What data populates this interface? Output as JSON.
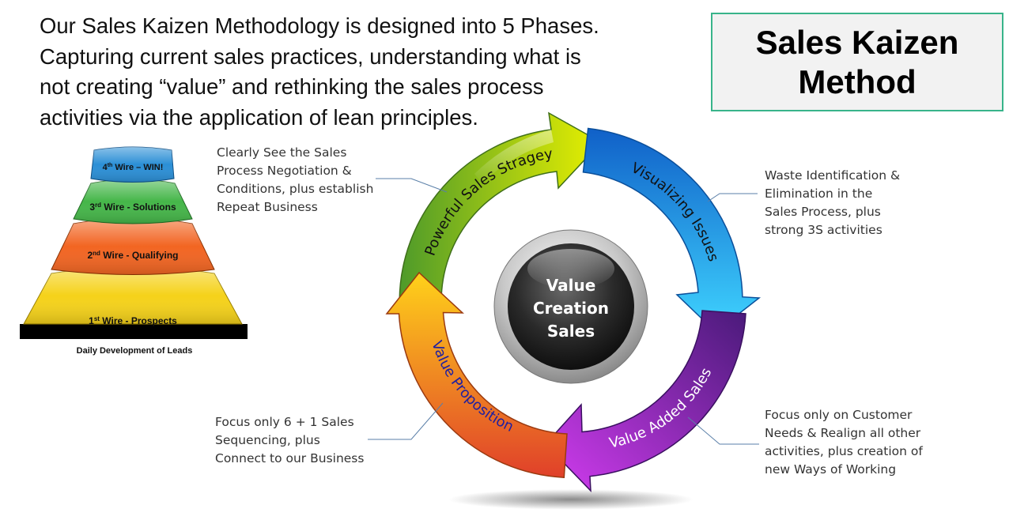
{
  "intro": {
    "lines": [
      "Our Sales Kaizen Methodology is designed into 5 Phases.",
      "Capturing current sales practices, understanding what is",
      "not creating “value” and rethinking the sales process",
      "activities via the application of lean principles."
    ]
  },
  "title_box": {
    "lines": [
      "Sales Kaizen",
      "Method"
    ]
  },
  "funnel": {
    "tiers": [
      {
        "ordinal": "4",
        "suffix": "th",
        "label": " Wire – WIN!",
        "color": "#2b8fd6"
      },
      {
        "ordinal": "3",
        "suffix": "rd",
        "label": " Wire - Solutions",
        "color": "#45b649"
      },
      {
        "ordinal": "2",
        "suffix": "nd",
        "label": " Wire - Qualifying",
        "color": "#f26522"
      },
      {
        "ordinal": "1",
        "suffix": "st",
        "label": " Wire - Prospects",
        "color": "#f5d21a"
      }
    ],
    "caption": "Daily Development of Leads"
  },
  "cycle": {
    "center_lines": [
      "Value",
      "Creation",
      "Sales"
    ],
    "phases": [
      {
        "label": "Powerful Sales Stragey",
        "color": "#8fc63f"
      },
      {
        "label": "Visualizing Issues",
        "color": "#1e90e0"
      },
      {
        "label": "Value Added Sales",
        "color": "#9b2fc4"
      },
      {
        "label": "Value Proposition",
        "color": "#f28a1a"
      }
    ]
  },
  "notes": {
    "top_left": [
      "Clearly See the Sales",
      "Process Negotiation &",
      "Conditions, plus  establish",
      "Repeat Business"
    ],
    "top_right": [
      "Waste Identification &",
      "Elimination in the",
      "Sales Process, plus",
      "strong 3S activities"
    ],
    "bottom_left": [
      "Focus only 6 + 1 Sales",
      "Sequencing, plus",
      "Connect to our Business"
    ],
    "bottom_right": [
      "Focus only on Customer",
      "Needs & Realign all other",
      "activities, plus creation of",
      "new Ways of Working"
    ]
  }
}
